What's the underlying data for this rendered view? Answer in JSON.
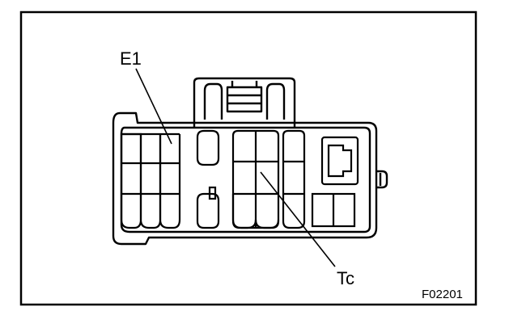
{
  "figure": {
    "label_e1": "E1",
    "label_tc": "Tc",
    "code": "F02201"
  },
  "colors": {
    "stroke": "#000000",
    "background": "#ffffff"
  }
}
